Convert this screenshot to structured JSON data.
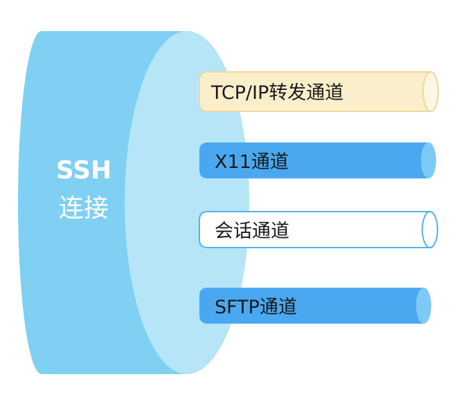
{
  "connection": {
    "title_line1": "SSH",
    "title_line2": "连接"
  },
  "channels": [
    {
      "label": "TCP/IP转发通道",
      "style": "cream"
    },
    {
      "label": "X11通道",
      "style": "blue"
    },
    {
      "label": "会话通道",
      "style": "white"
    },
    {
      "label": "SFTP通道",
      "style": "blue"
    }
  ],
  "colors": {
    "cylinder_body": "#7fd0f2",
    "cylinder_face": "#b6e5f8",
    "cream_fill": "#fbefcb",
    "cream_stroke": "#efd79a",
    "blue_fill": "#4aa8f0",
    "blue_cap": "#7dcaf6",
    "white_fill": "#ffffff",
    "white_stroke": "#52b2ee"
  }
}
